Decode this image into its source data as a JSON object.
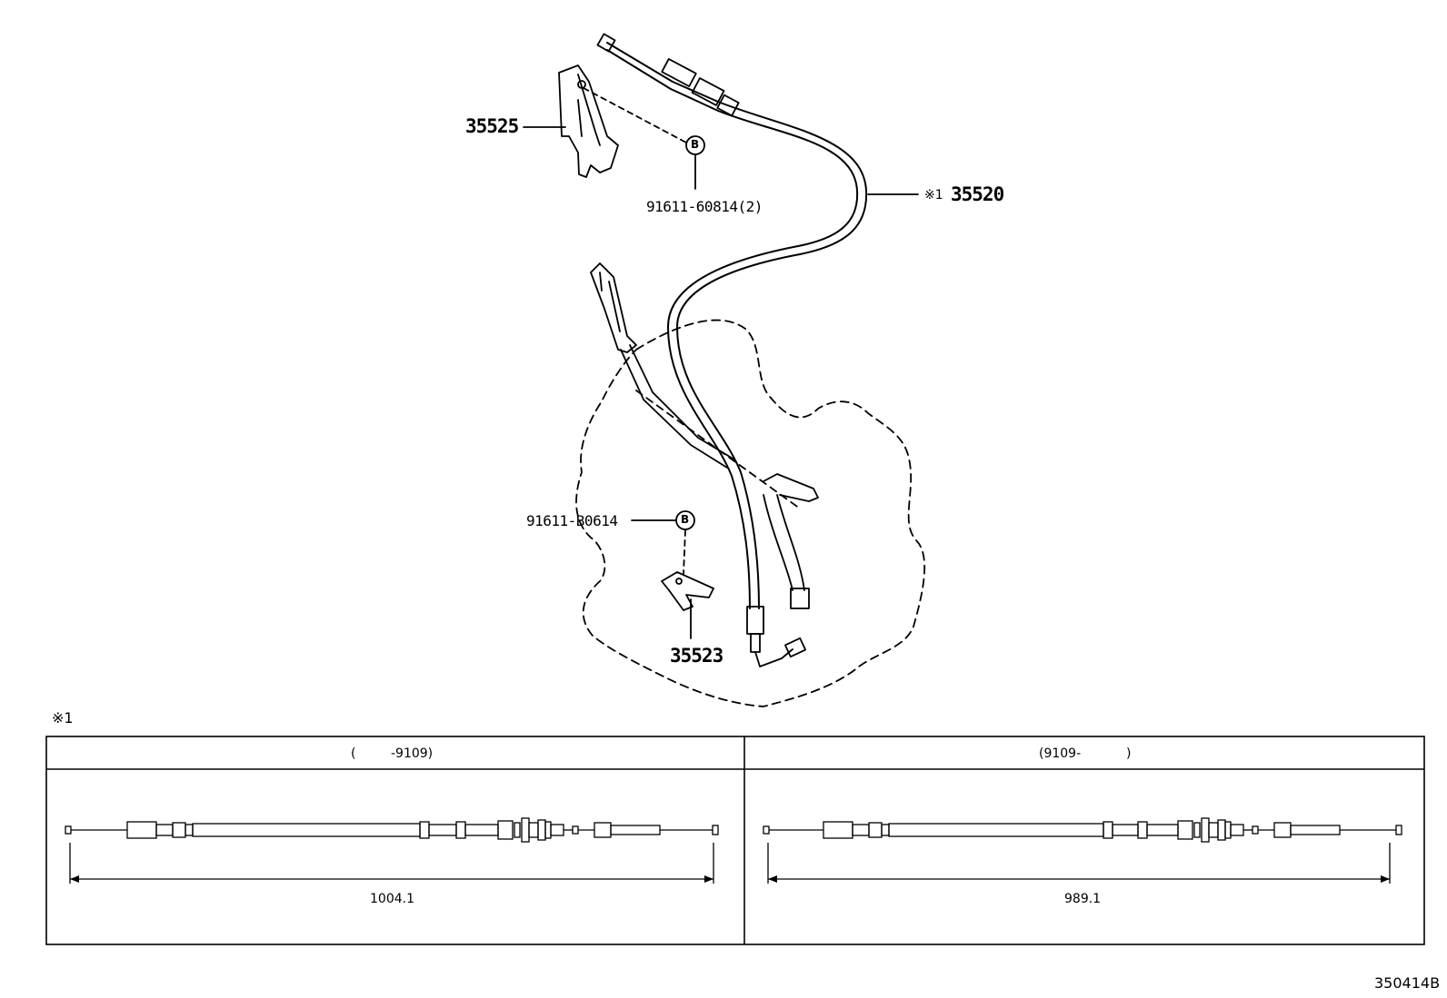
{
  "callouts": {
    "p35525": "35525",
    "p35520": "35520",
    "p35520_mark": "※1",
    "p35523": "35523",
    "bolt_upper": "91611-60814(2)",
    "bolt_lower": "91611-B0614",
    "bolt_symbol": "B"
  },
  "footnote": {
    "marker": "※1",
    "left_header_open": "(",
    "left_header_value": "-9109)",
    "right_header_value": "(9109-",
    "right_header_close": ")",
    "left_length": "1004.1",
    "right_length": "989.1"
  },
  "illustration_number": "350414B"
}
